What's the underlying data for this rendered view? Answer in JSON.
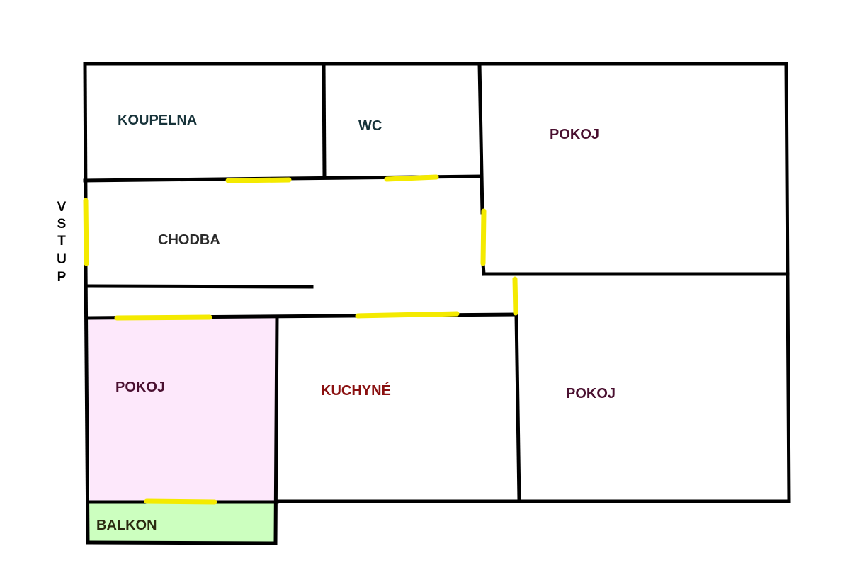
{
  "floorplan": {
    "entry_label": [
      "V",
      "S",
      "T",
      "U",
      "P"
    ],
    "rooms": {
      "koupelna": "KOUPELNA",
      "wc": "WC",
      "pokoj_top_right": "POKOJ",
      "chodba": "CHODBA",
      "pokoj_bottom_left": "POKOJ",
      "kuchyne": "KUCHYNÉ",
      "pokoj_bottom_right": "POKOJ",
      "balkon": "BALKON"
    },
    "colors": {
      "wall": "#000000",
      "door": "#f4ea00",
      "pokoj_bottom_left_fill": "#fde8fb",
      "balkon_fill": "#ccffbf",
      "label_dark_teal": "#17333a",
      "label_maroon": "#4a1030",
      "label_kuchyne": "#8a1010",
      "label_chodba": "#2a2a2a",
      "label_balkon": "#2a2a10"
    }
  }
}
